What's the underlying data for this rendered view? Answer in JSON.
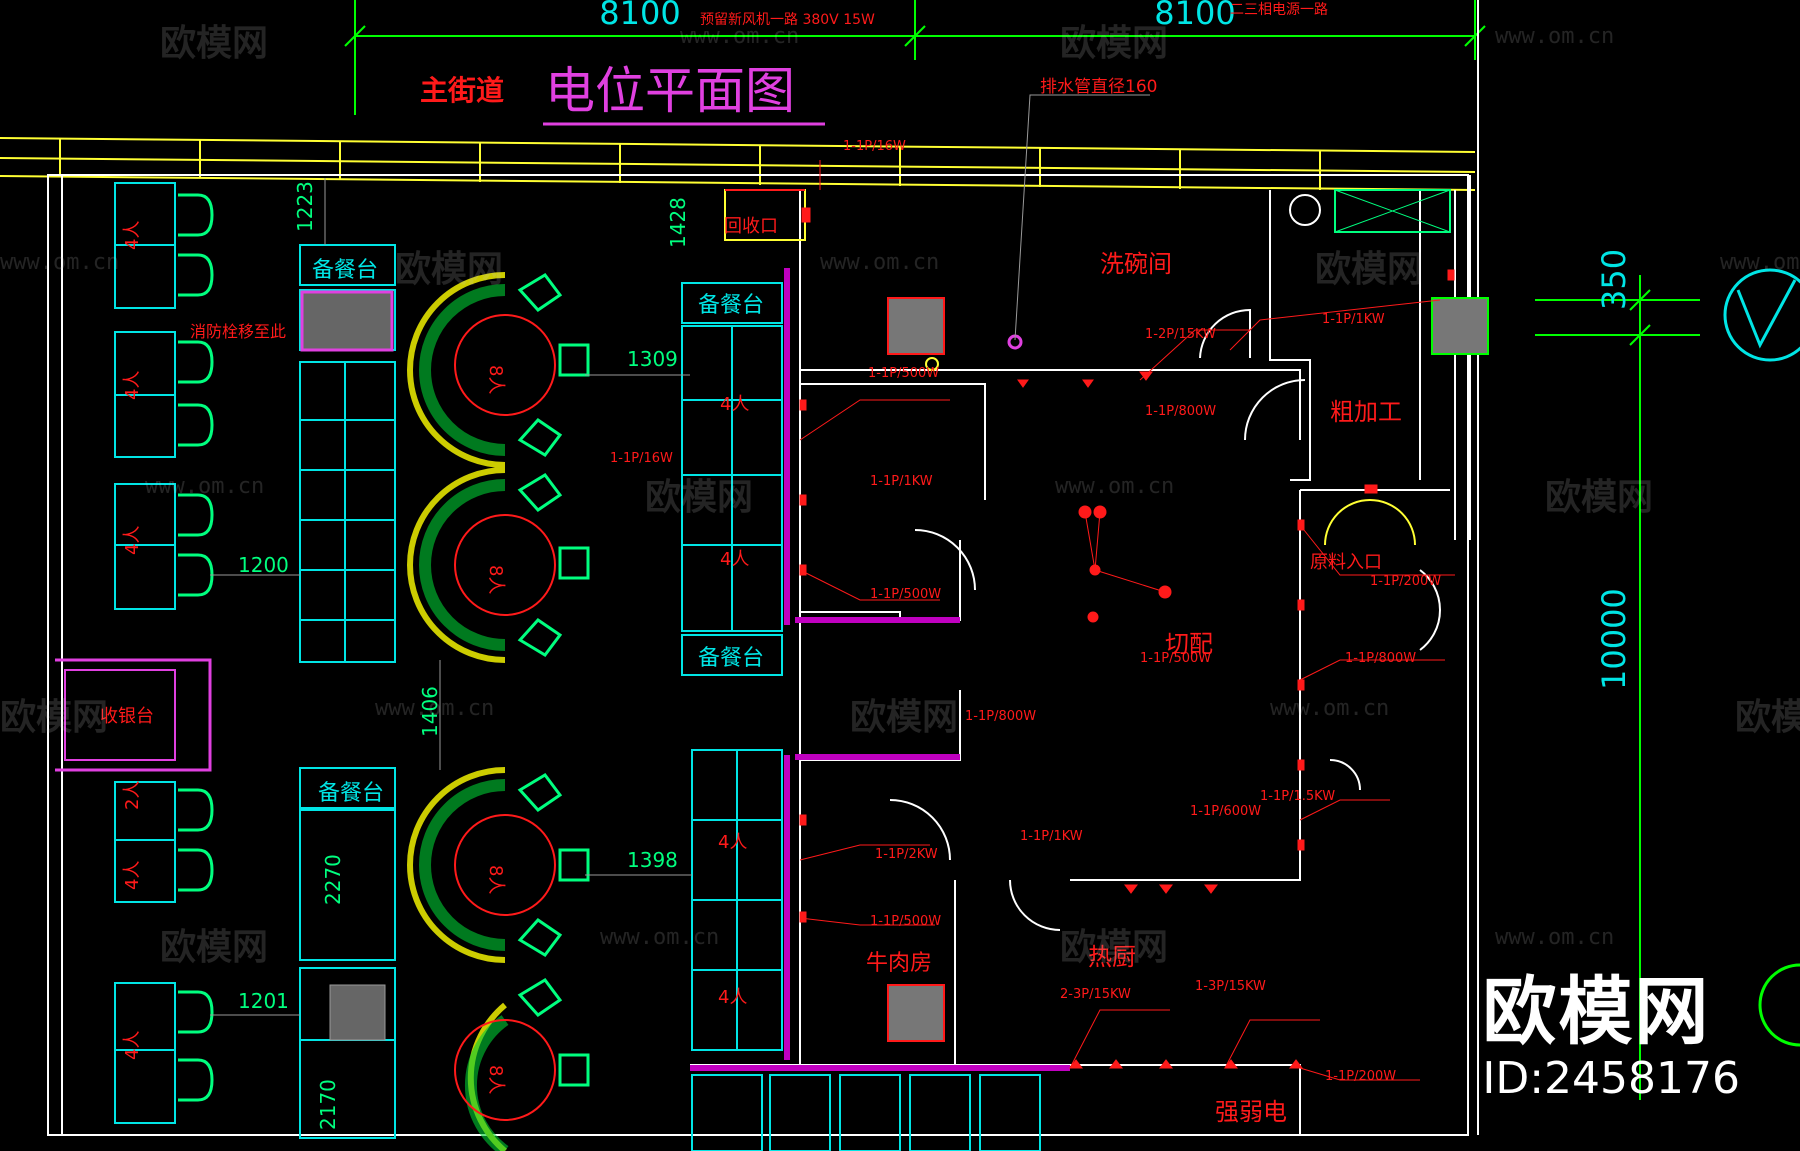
{
  "title": "电位平面图",
  "street_label": "主街道",
  "dimensions": {
    "top_left": "8100",
    "top_right": "8100",
    "right_small": "350",
    "right_large": "10000",
    "d1223": "1223",
    "d1428": "1428",
    "d1309": "1309",
    "d1200": "1200",
    "d1406": "1406",
    "d1398": "1398",
    "d1201": "1201",
    "d2270": "2270",
    "d2170": "2170"
  },
  "rooms": {
    "dishwash": "洗碗间",
    "rough": "粗加工",
    "raw_entry": "原料入口",
    "cut": "切配",
    "beef": "牛肉房",
    "hot": "热厨",
    "power": "强弱电",
    "cashier": "收银台",
    "recycle": "回收口",
    "fire_hydrant": "消防栓移至此"
  },
  "stations": {
    "service_1": "备餐台",
    "service_2": "备餐台",
    "service_3": "备餐台",
    "service_4": "备餐台"
  },
  "seats": {
    "booth_4": "4人",
    "booth_2": "2人",
    "round_8": "8人"
  },
  "notes": {
    "drain": "排水管直径160",
    "top_note": "预留新风机一路 380V 15W",
    "top_right_note": "二三相电源一路"
  },
  "circuits": {
    "c1": "1-1P/16W",
    "c2": "1-1P/1KW",
    "c3": "1-2P/15KW",
    "c4": "1-1P/800W",
    "c5": "1-1P/500W",
    "c6": "1-1P/2KW",
    "c7": "2-3P/15KW",
    "c8": "1-3P/15KW",
    "c9": "1-1P/200W",
    "c10": "1-1P/600W",
    "c11": "1-1P/1.5KW"
  },
  "watermark": {
    "brand": "欧模网",
    "url": "www.om.cn"
  },
  "brand_mark": {
    "name": "欧模网",
    "id": "ID:2458176"
  },
  "colors": {
    "background": "#000000",
    "wall": "#ffffff",
    "furniture": "#00e5e5",
    "chair": "#00ff7f",
    "electrical": "#ff1a1a",
    "dimension": "#00ff00",
    "street": "#ffff33",
    "title": "#e040e0",
    "accent_wall": "#c000c0"
  }
}
